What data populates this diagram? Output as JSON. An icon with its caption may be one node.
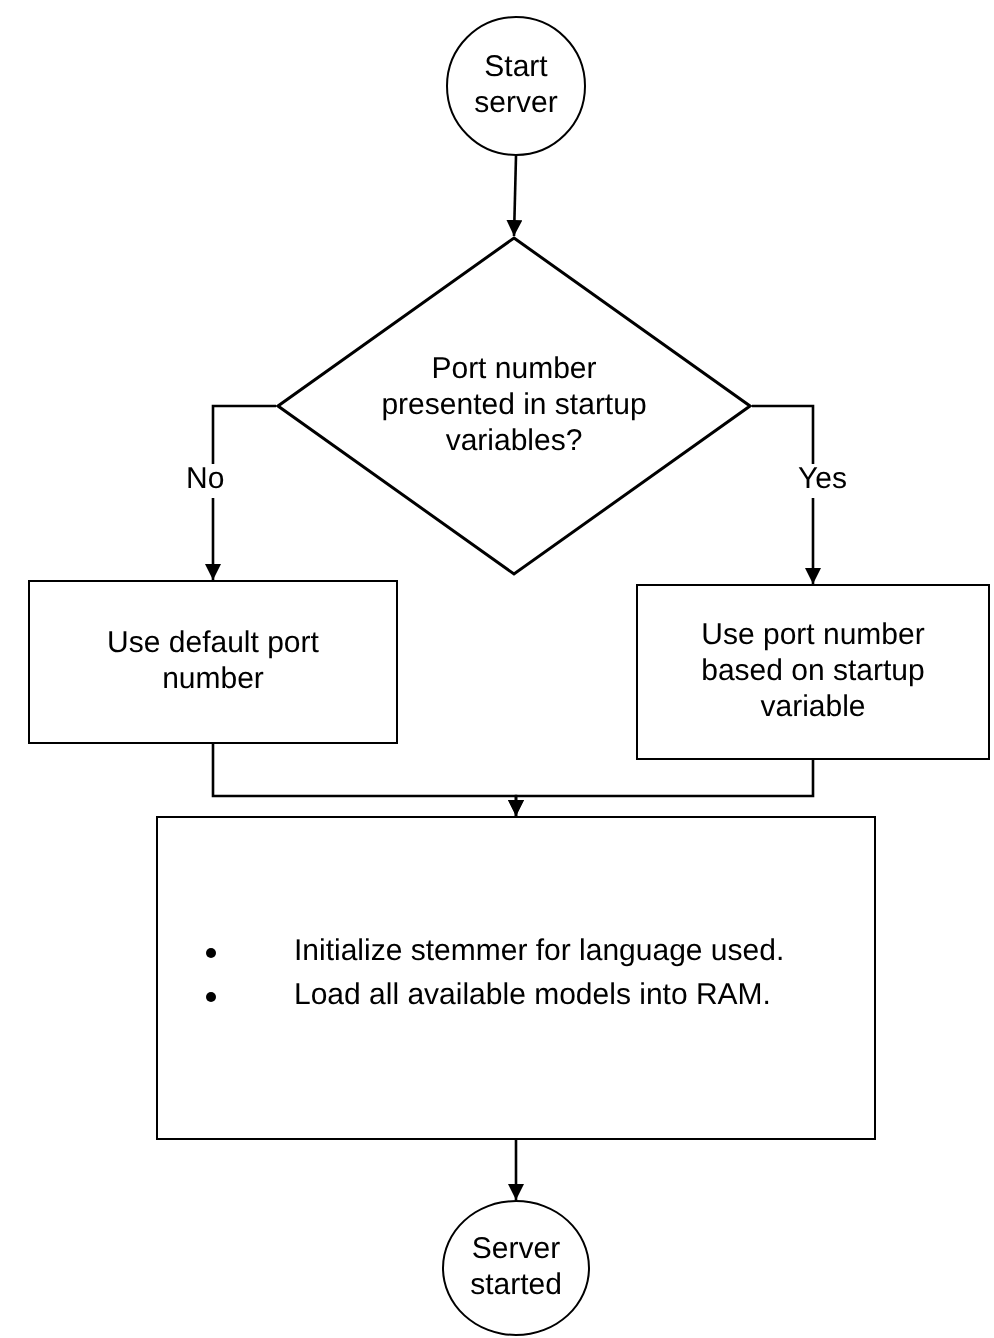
{
  "diagram": {
    "nodes": [
      {
        "text": [
          "Start server"
        ]
      },
      {
        "text": [
          "Port number presented in startup variables?"
        ]
      },
      {
        "text": [
          "Use default port number"
        ]
      },
      {
        "text": [
          "Use port number based on startup variable"
        ]
      },
      {
        "text": [
          "Initialize stemmer for language used.",
          "Load all available models into RAM."
        ]
      },
      {
        "text": [
          "Server started"
        ]
      }
    ],
    "edges": [
      {
        "from": 0,
        "to": 1,
        "arrow": "to"
      },
      {
        "from": 1,
        "to": 2,
        "arrow": "to",
        "label": "No"
      },
      {
        "from": 1,
        "to": 3,
        "arrow": "to",
        "label": "Yes"
      },
      {
        "from": 2,
        "to": 4,
        "arrow": "to"
      },
      {
        "from": 3,
        "to": 4,
        "arrow": "to"
      },
      {
        "from": 4,
        "to": 5,
        "arrow": "to"
      }
    ]
  }
}
